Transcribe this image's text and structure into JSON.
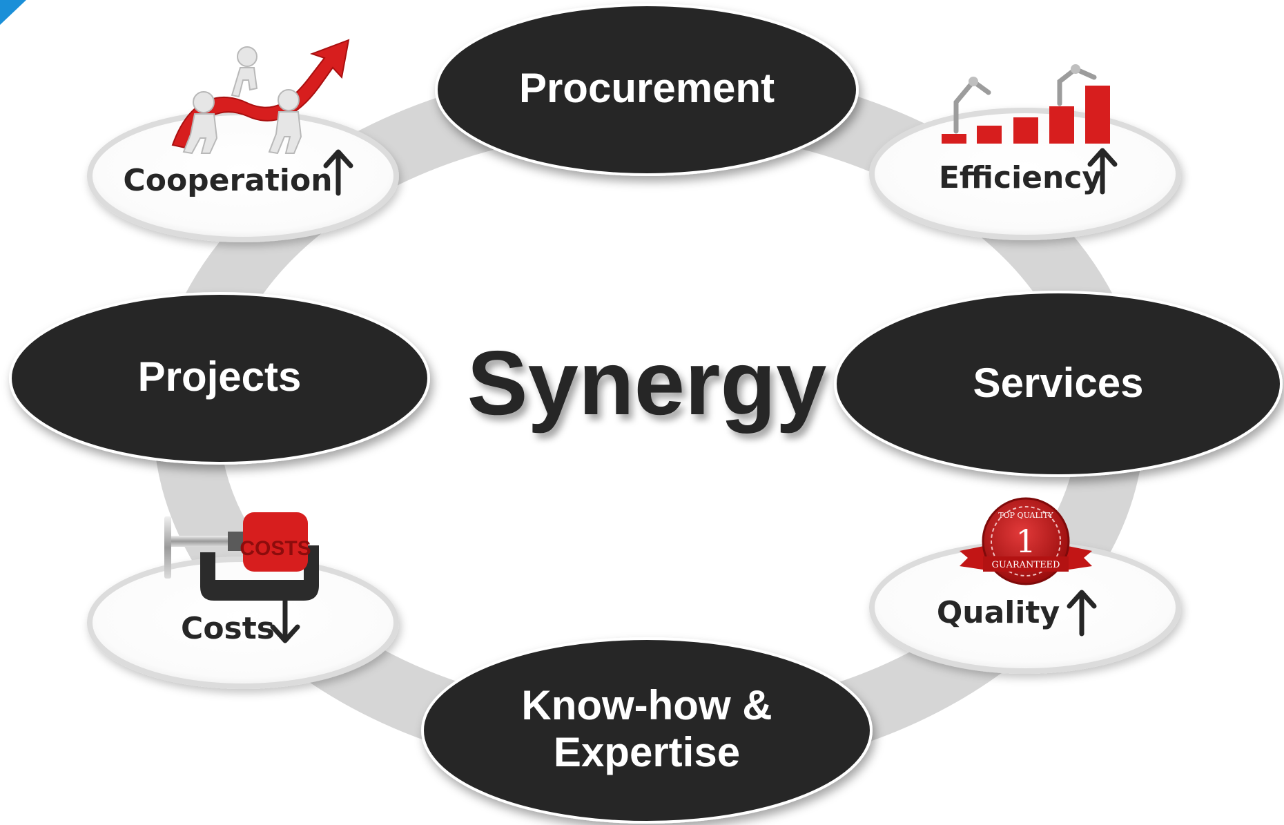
{
  "center": {
    "label": "Synergy"
  },
  "main_nodes": {
    "procurement": "Procurement",
    "projects": "Projects",
    "services": "Services",
    "knowhow_line1": "Know-how &",
    "knowhow_line2": "Expertise"
  },
  "benefit_nodes": {
    "cooperation": "Cooperation",
    "efficiency": "Efficiency",
    "costs": "Costs",
    "quality": "Quality"
  },
  "illustrations": {
    "costs_clamp_text": "COSTS",
    "badge_top": "TOP QUALITY",
    "badge_number": "1",
    "badge_ribbon": "GUARANTEED"
  },
  "icons": {
    "up_arrow": "arrow-up-icon",
    "down_arrow": "arrow-down-icon"
  },
  "colors": {
    "dark_node": "#272727",
    "ring": "#d6d6d6",
    "accent_red": "#d71e1e",
    "corner_blue": "#1a8fd8",
    "text_dark": "#262626"
  }
}
